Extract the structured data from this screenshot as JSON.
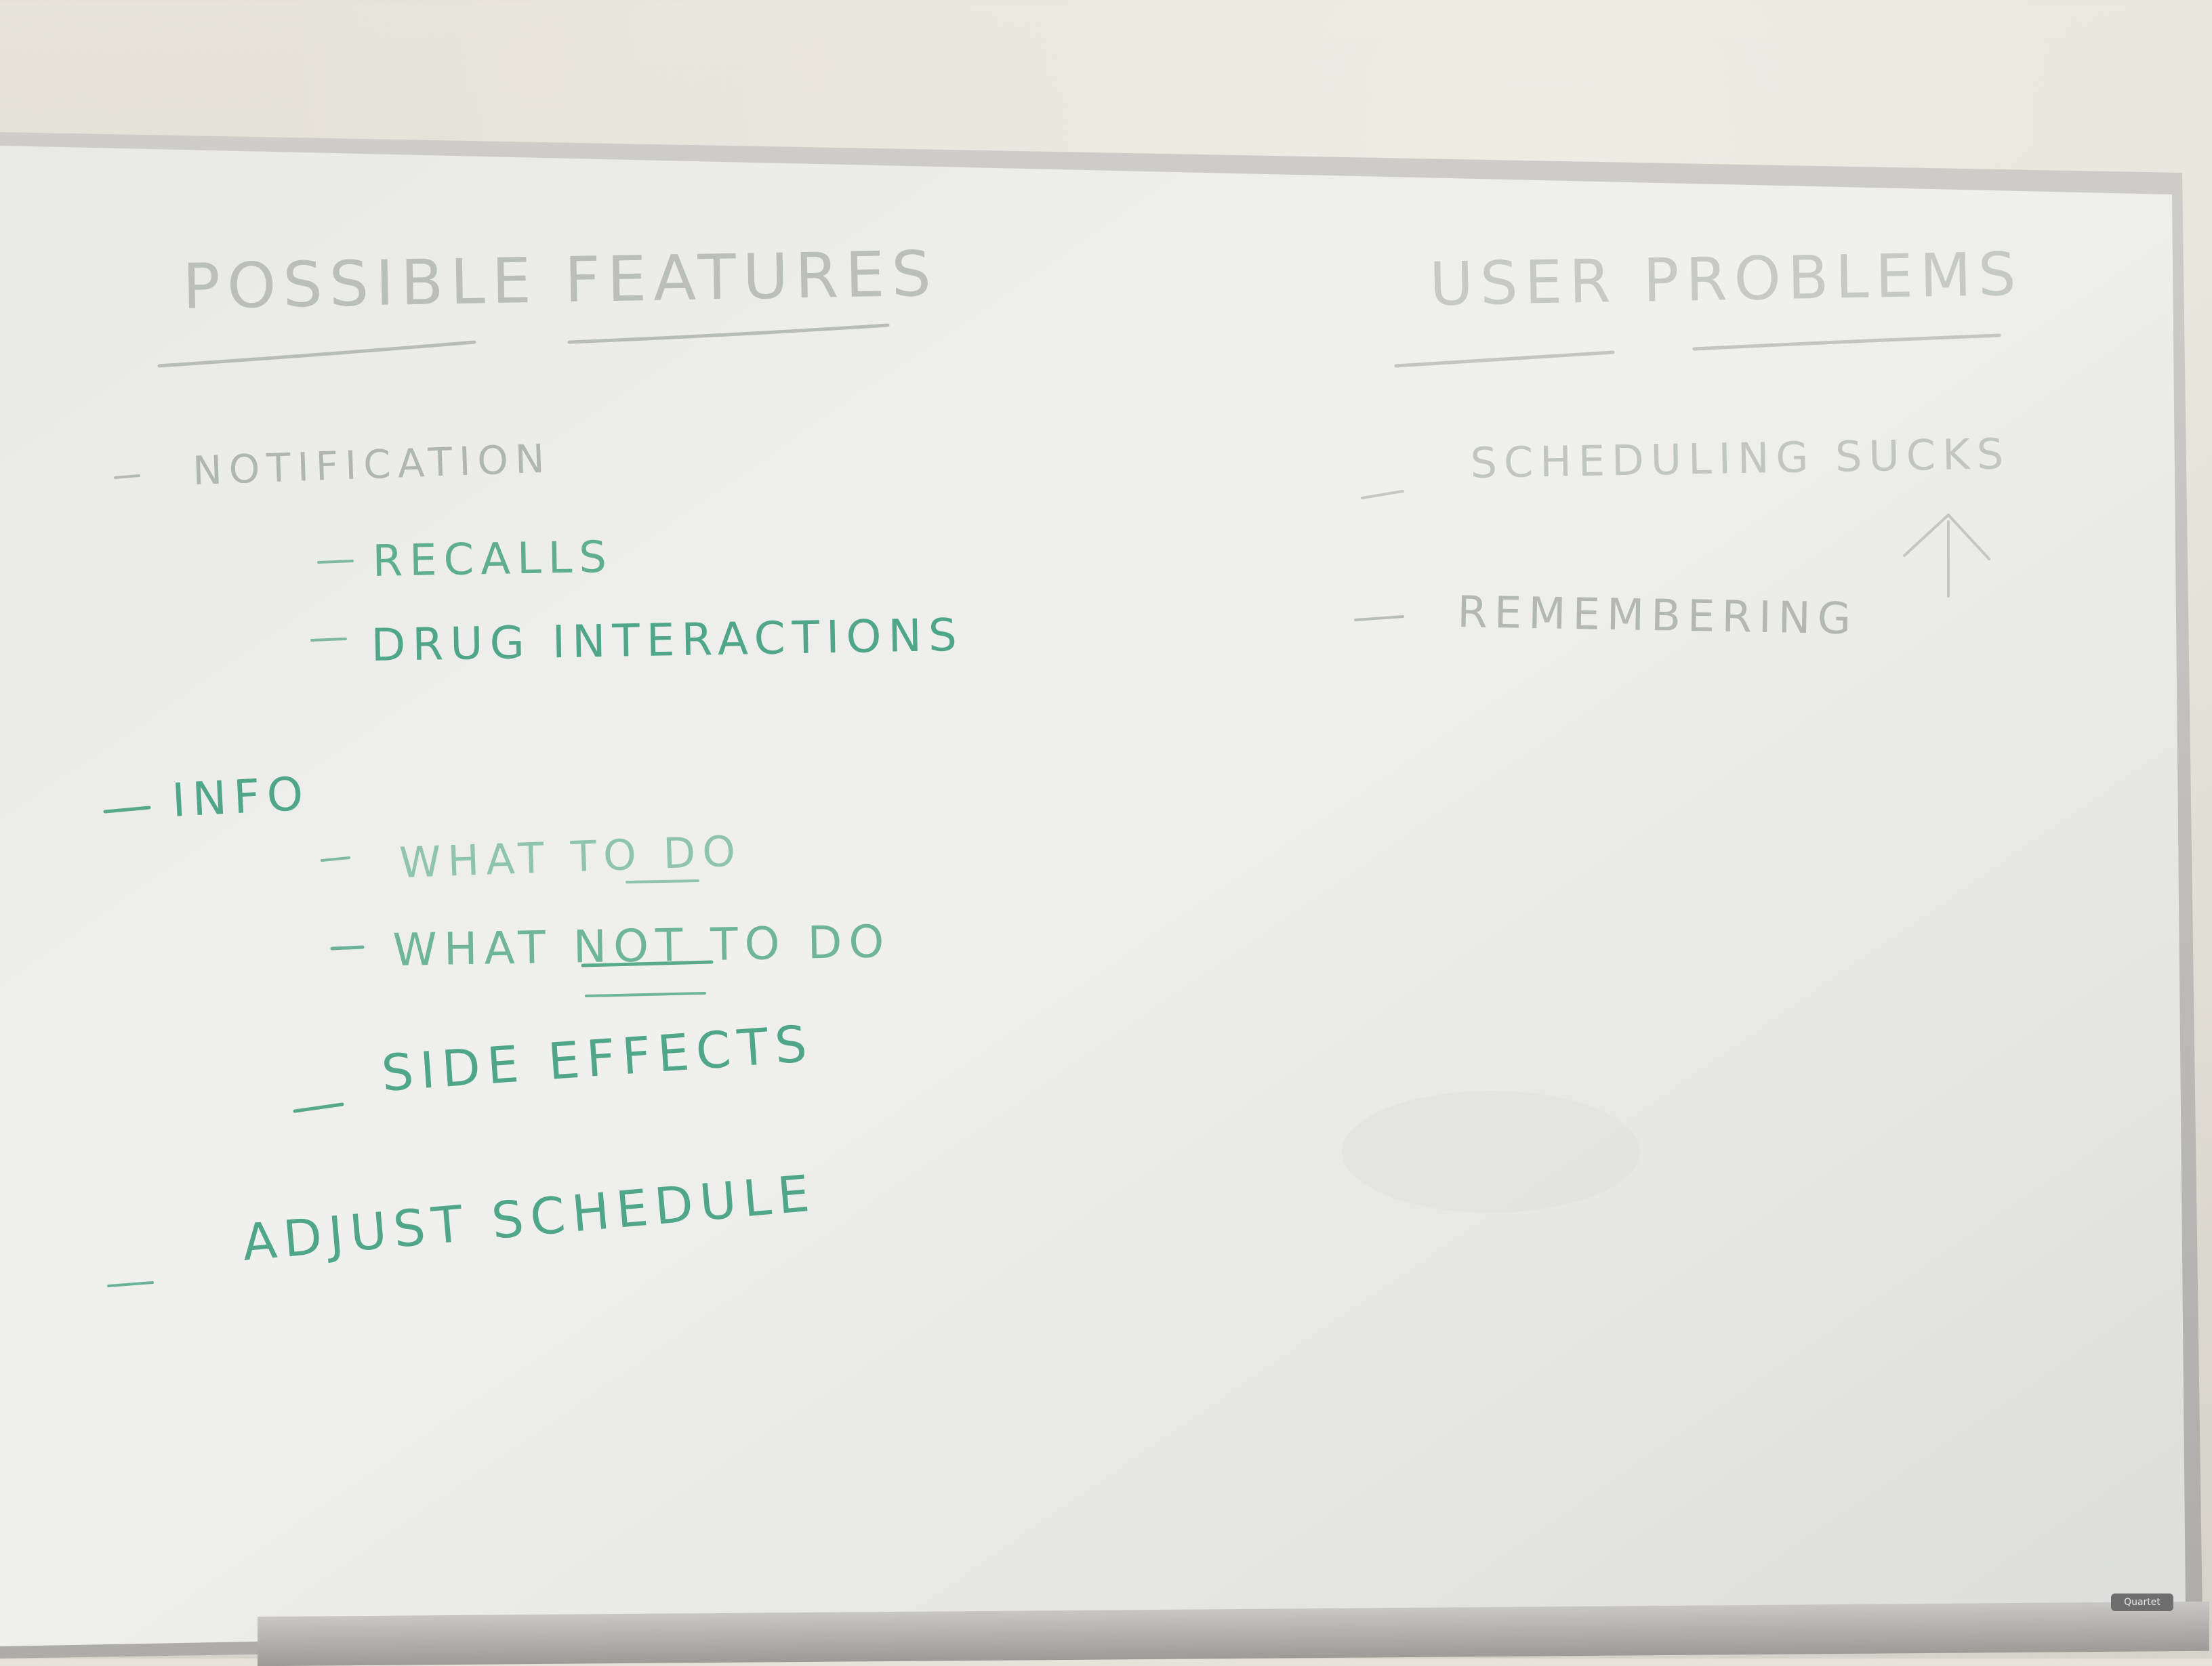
{
  "whiteboard": {
    "left_heading": "POSSIBLE FEATURES",
    "right_heading": "USER PROBLEMS",
    "features": {
      "notification": "NOTIFICATION",
      "recalls": "RECALLS",
      "drug_interactions": "DRUG INTERACTIONS",
      "info": "INFO",
      "what_to_do": "WHAT TO DO",
      "what_not_to_do": "WHAT NOT TO DO",
      "side_effects": "SIDE EFFECTS",
      "adjust_schedule": "ADJUST SCHEDULE"
    },
    "problems": {
      "scheduling_sucks": "SCHEDULING SUCKS",
      "remembering": "REMEMBERING"
    },
    "logo_text": "Quartet",
    "colors": {
      "green_marker": "#3f9c7e",
      "faded_marker": "#a9b3ad",
      "board": "#ebebe8",
      "frame": "#c3c1bd"
    }
  }
}
